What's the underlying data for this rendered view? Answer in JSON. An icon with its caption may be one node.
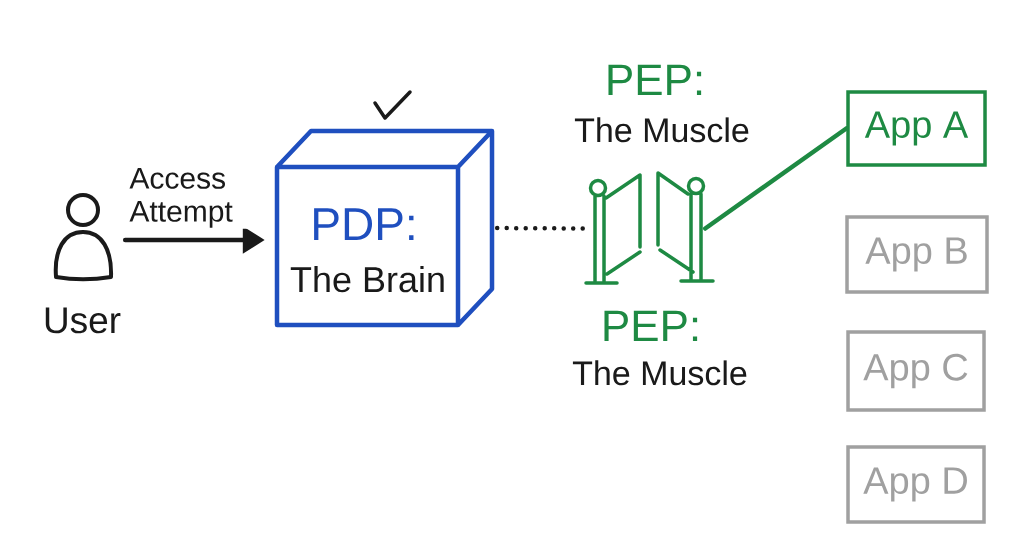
{
  "diagram": {
    "nodes": [
      {
        "text": [
          "User"
        ]
      },
      {
        "text": [
          "PDP:",
          "The Brain"
        ]
      },
      {
        "text": [
          "PEP:",
          "The Muscle",
          "PEP:",
          "The Muscle"
        ]
      },
      {
        "text": [
          "App A"
        ]
      },
      {
        "text": [
          "App B"
        ]
      },
      {
        "text": [
          "App C"
        ]
      },
      {
        "text": [
          "App D"
        ]
      }
    ],
    "edges": [
      {
        "from": 0,
        "to": 1,
        "arrow": "to",
        "label": "Access Attempt"
      },
      {
        "from": 1,
        "to": 2,
        "arrow": "none",
        "style": "dashed"
      },
      {
        "from": 2,
        "to": 3,
        "arrow": "none",
        "color": "#1e8a43"
      }
    ]
  }
}
